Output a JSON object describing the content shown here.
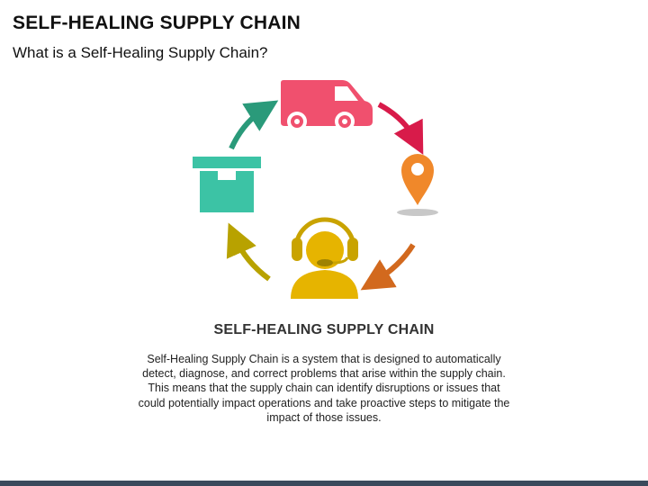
{
  "header": {
    "title": "SELF-HEALING SUPPLY CHAIN",
    "subtitle": "What is a Self-Healing Supply Chain?"
  },
  "diagram": {
    "icons": [
      {
        "name": "delivery-van-icon",
        "color": "#f0506e"
      },
      {
        "name": "location-pin-icon",
        "color": "#f0882a"
      },
      {
        "name": "support-agent-icon",
        "color": "#e6b400"
      },
      {
        "name": "package-box-icon",
        "color": "#3cc3a5"
      }
    ],
    "arrows": [
      {
        "name": "arrow-van-to-pin",
        "color": "#d81b4a"
      },
      {
        "name": "arrow-pin-to-agent",
        "color": "#d2691e"
      },
      {
        "name": "arrow-agent-to-box",
        "color": "#b8a200"
      },
      {
        "name": "arrow-box-to-van",
        "color": "#2a9a7a"
      }
    ]
  },
  "content": {
    "heading": "SELF-HEALING SUPPLY CHAIN",
    "description": "Self-Healing Supply Chain is a system that is designed to automatically detect, diagnose, and correct problems that arise within the supply chain. This means that the supply chain can identify disruptions or issues that could potentially impact operations and take proactive steps to mitigate the impact of those issues."
  }
}
